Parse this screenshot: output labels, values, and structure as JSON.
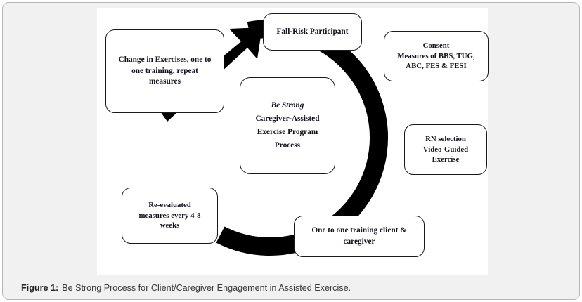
{
  "figure": {
    "caption_label": "Figure 1:",
    "caption_text": "Be Strong Process for Client/Caregiver Engagement in Assisted Exercise."
  },
  "diagram": {
    "type": "cycle-flow-diagram",
    "ring_color": "#000000",
    "box_border_color": "#1a1a1a",
    "text_color": "#12121e",
    "canvas_color": "#ffffff",
    "panel_color": "#f1f1f1",
    "center": {
      "line1": "Be Strong",
      "line2": "Caregiver-Assisted",
      "line3": "Exercise Program",
      "line4": "Process"
    },
    "nodes": [
      {
        "id": "fall-risk-participant",
        "lines": [
          "Fall-Risk Participant"
        ]
      },
      {
        "id": "consent-measures",
        "lines": [
          "Consent",
          "Measures of BBS, TUG,",
          "ABC, FES & FESI"
        ]
      },
      {
        "id": "rn-selection",
        "lines": [
          "RN selection",
          "Video-Guided",
          "Exercise"
        ]
      },
      {
        "id": "one-to-one-training",
        "lines": [
          "One to one training client &",
          "caregiver"
        ]
      },
      {
        "id": "re-evaluated-measures",
        "lines": [
          "Re-evaluated",
          "measures every 4-8",
          "weeks"
        ]
      },
      {
        "id": "change-in-exercises",
        "lines": [
          "Change in Exercises, one to",
          "one training, repeat",
          "measures"
        ]
      }
    ]
  }
}
